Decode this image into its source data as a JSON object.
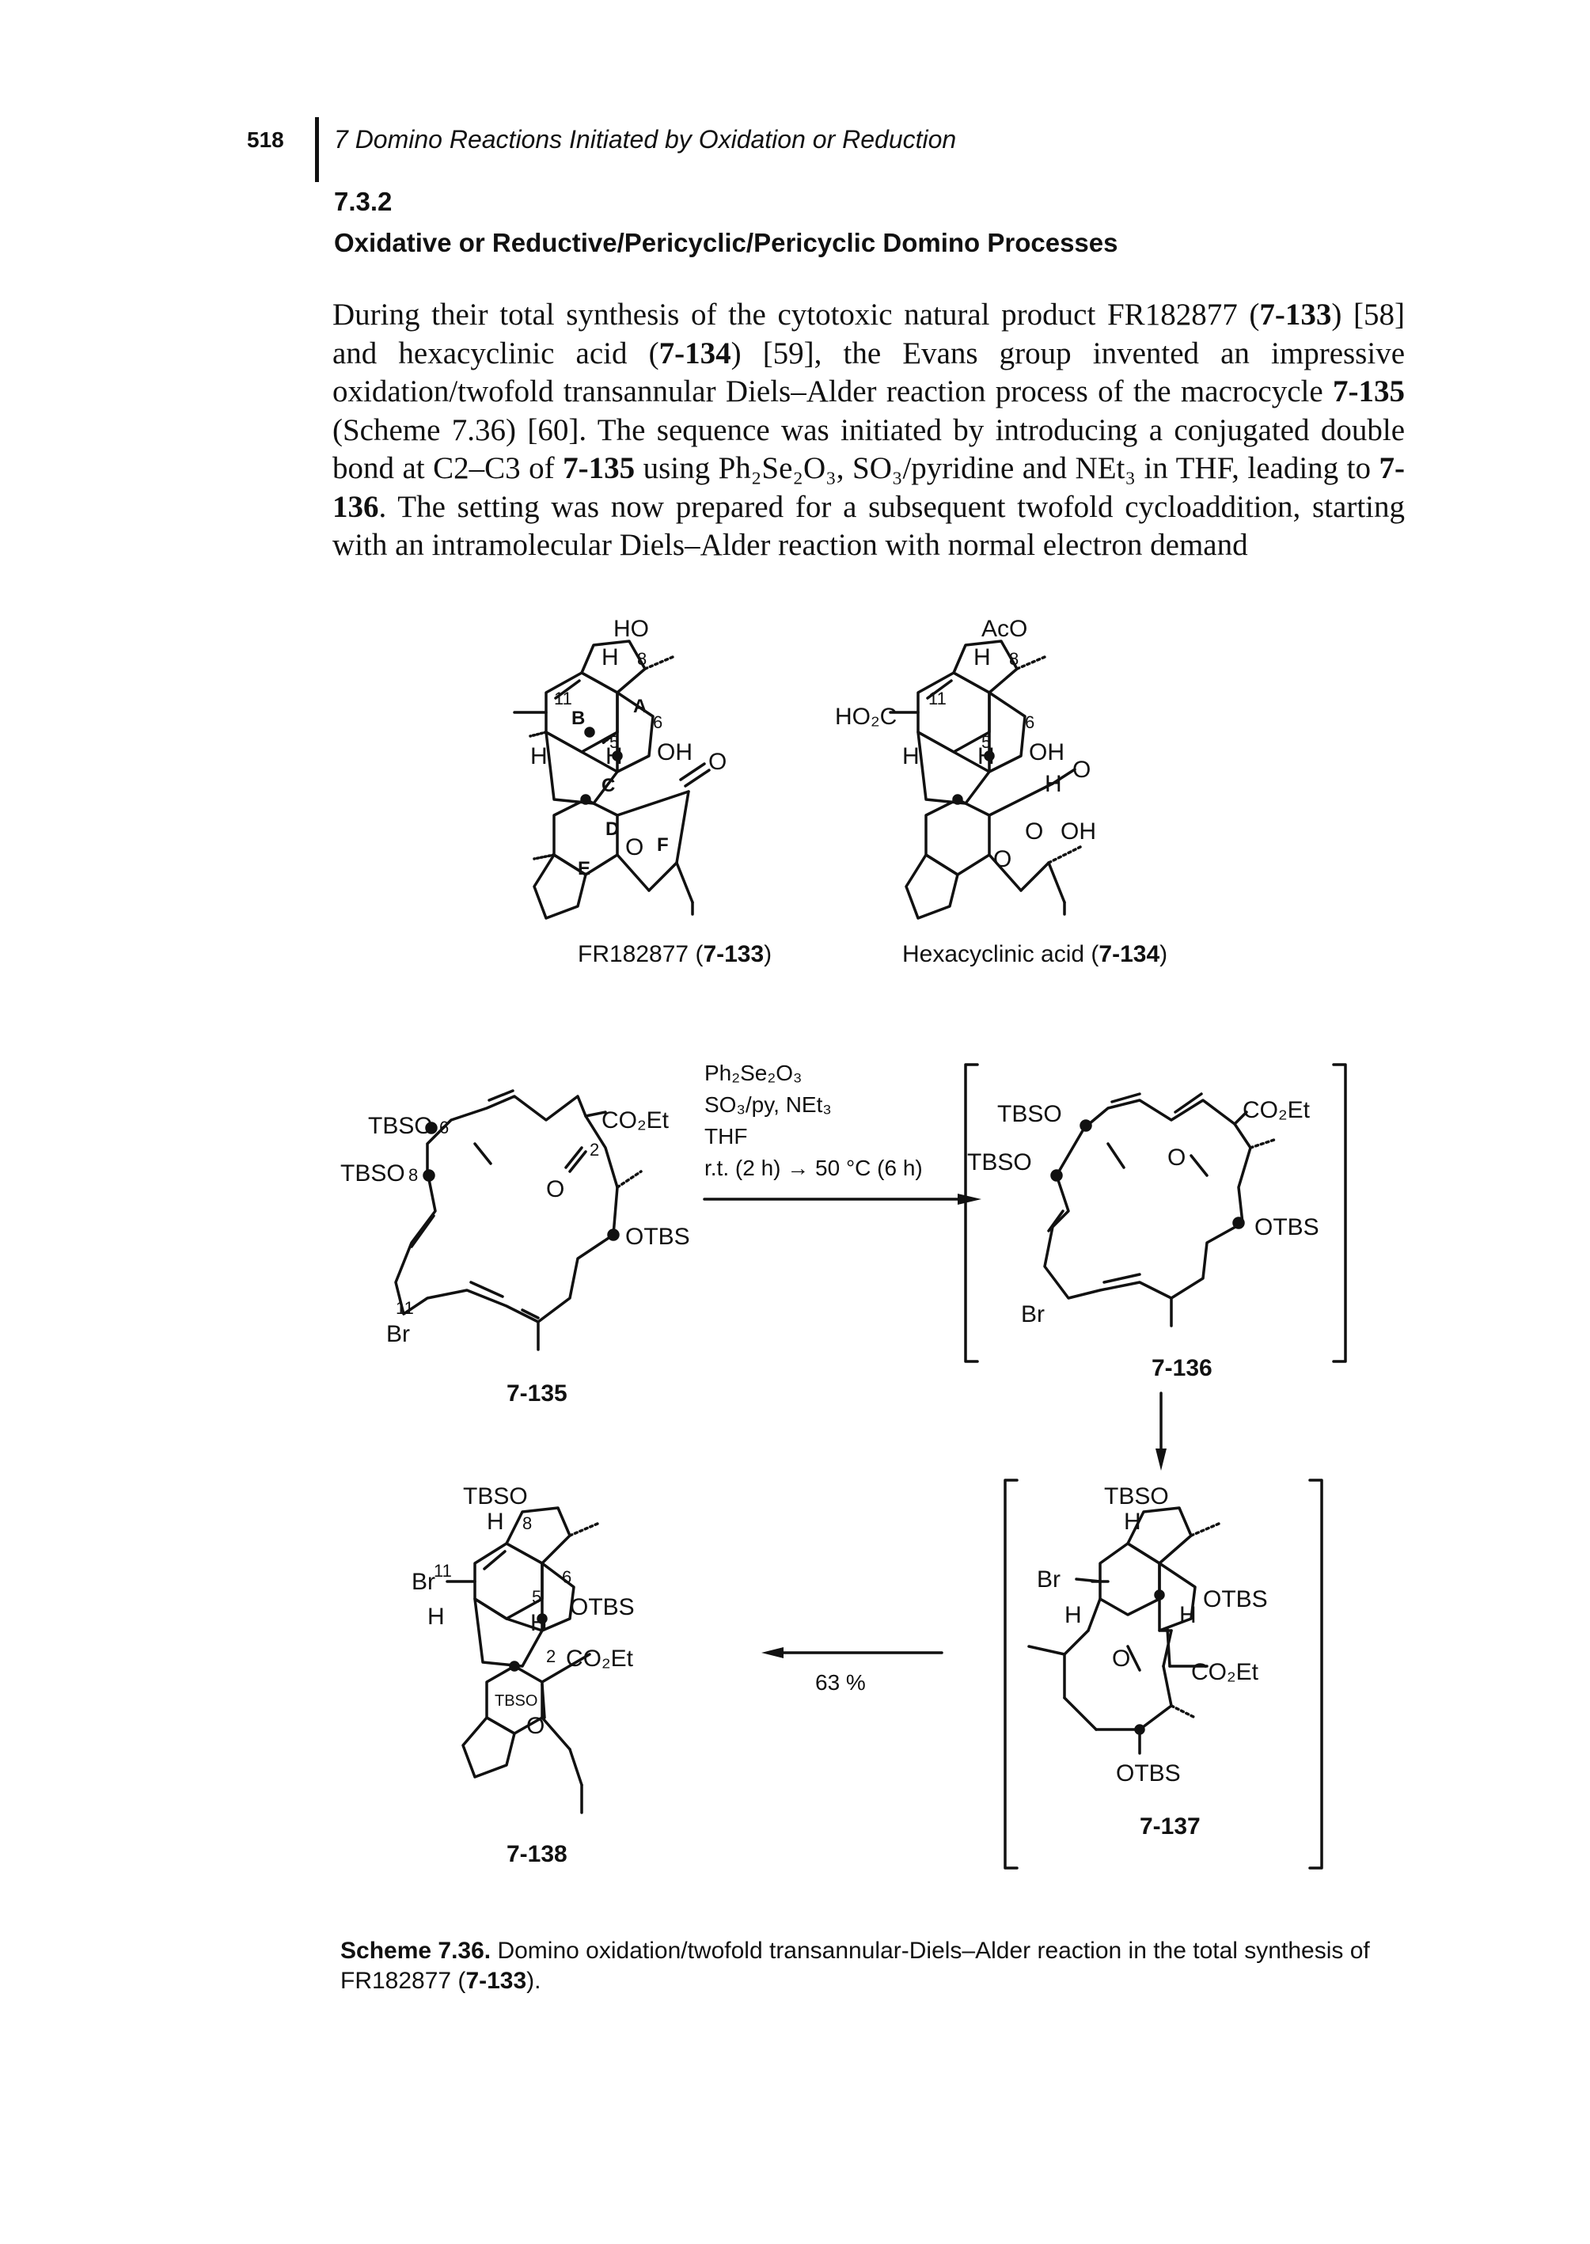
{
  "header": {
    "page_number": "518",
    "running_title": "7 Domino Reactions Initiated by Oxidation or Reduction"
  },
  "section": {
    "number": "7.3.2",
    "title": "Oxidative or Reductive/Pericyclic/Pericyclic Domino Processes"
  },
  "body": {
    "seg1": "During their total synthesis of the cytotoxic natural product FR182877 (",
    "ref1": "7-133",
    "seg2": ") [58] and hexacyclinic acid (",
    "ref2": "7-134",
    "seg3": ") [59], the Evans group invented an impressive oxidation/twofold transannular Diels–Alder reaction process of the macrocycle ",
    "ref3": "7-135",
    "seg4": " (Scheme 7.36) [60]. The sequence was initiated by introducing a conjugated double bond at C2–C3 of ",
    "ref4": "7-135",
    "seg5": " using Ph₂Se₂O₃, SO₃/pyridine and NEt₃ in THF, leading to ",
    "ref5": "7-136",
    "seg6": ". The setting was now prepared for a subsequent twofold cycloaddition, starting with an intramolecular Diels–Alder reaction with normal electron demand"
  },
  "scheme": {
    "mol_133": {
      "name": "FR182877",
      "id": "7-133",
      "ring_labels": [
        "A",
        "B",
        "C",
        "D",
        "E",
        "F"
      ],
      "atoms": {
        "ho": "HO",
        "h": "H",
        "oh": "OH",
        "o": "O",
        "c8": "8",
        "c11": "11",
        "c6": "6",
        "c5": "5"
      }
    },
    "mol_134": {
      "name": "Hexacyclinic acid",
      "id": "7-134",
      "atoms": {
        "aco": "AcO",
        "h": "H",
        "oh": "OH",
        "oh2": "OH",
        "ho2c": "HO₂C",
        "o": "O",
        "c8": "8",
        "c11": "11",
        "c6": "6",
        "c5": "5"
      }
    },
    "mol_135": {
      "id": "7-135",
      "atoms": {
        "tbso1": "TBSO",
        "tbso2": "TBSO",
        "co2et": "CO₂Et",
        "otbs": "OTBS",
        "o": "O",
        "br": "Br",
        "c6": "6",
        "c8": "8",
        "c2": "2",
        "c11": "11"
      }
    },
    "mol_136": {
      "id": "7-136",
      "atoms": {
        "tbso1": "TBSO",
        "tbso2": "TBSO",
        "co2et": "CO₂Et",
        "otbs": "OTBS",
        "o": "O",
        "br": "Br"
      }
    },
    "mol_137": {
      "id": "7-137",
      "atoms": {
        "tbso": "TBSO",
        "h": "H",
        "br": "Br",
        "otbs1": "OTBS",
        "otbs2": "OTBS",
        "co2et": "CO₂Et",
        "o": "O"
      }
    },
    "mol_138": {
      "id": "7-138",
      "atoms": {
        "tbso": "TBSO",
        "tbso2": "TBSO",
        "h": "H",
        "br": "Br",
        "otbs": "OTBS",
        "co2et": "CO₂Et",
        "o": "O",
        "c8": "8",
        "c11": "11",
        "c6": "6",
        "c5": "5",
        "c2": "2"
      }
    },
    "conditions": {
      "line1": "Ph₂Se₂O₃",
      "line2": "SO₃/py, NEt₃",
      "line3": "THF",
      "line4": "r.t. (2 h) → 50 °C (6 h)"
    },
    "yield": "63 %"
  },
  "caption": {
    "label": "Scheme 7.36.",
    "text1": " Domino oxidation/twofold transannular-Diels–Alder reaction in the total synthesis of FR182877 (",
    "ref": "7-133",
    "text2": ")."
  }
}
